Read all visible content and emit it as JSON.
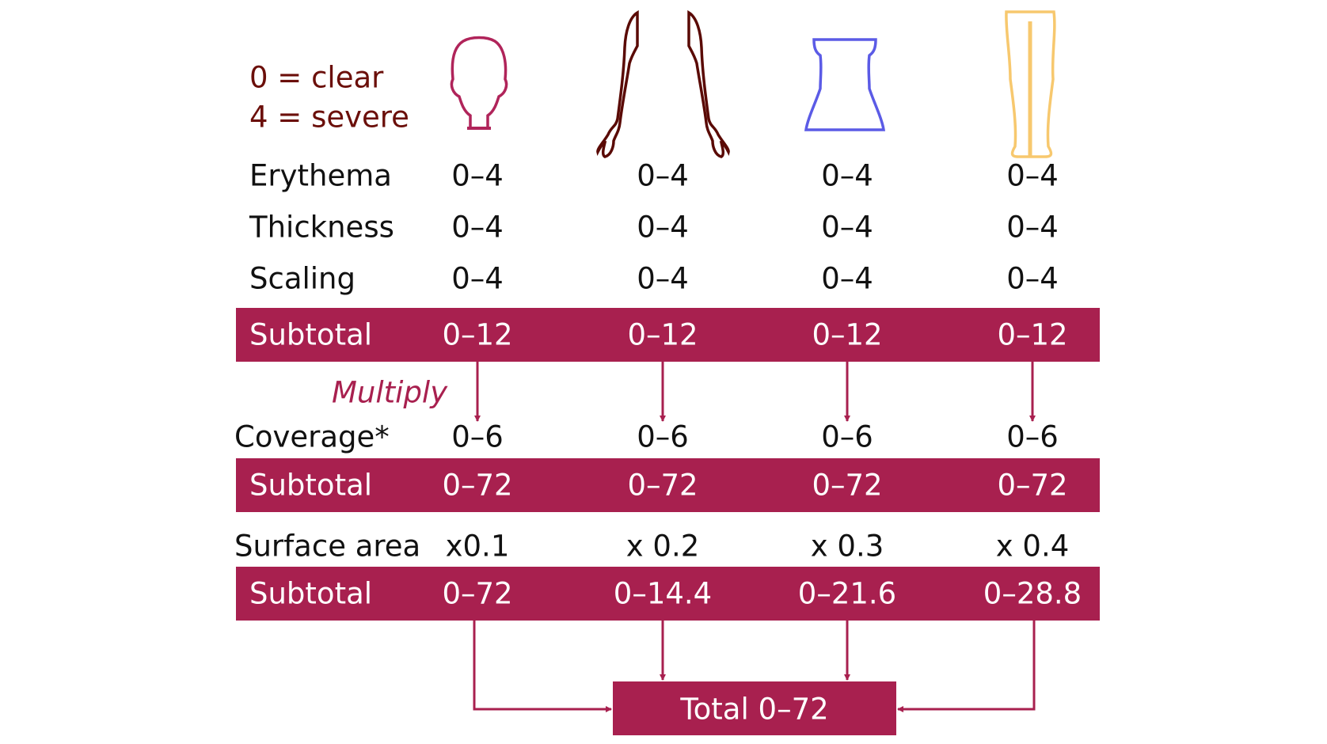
{
  "legend": {
    "clear": "0 = clear",
    "severe": "4 = severe"
  },
  "colors": {
    "accent": "#A8204F",
    "head": "#B0245A",
    "arms": "#5A0A05",
    "trunk": "#5B5BE6",
    "legs": "#F7C86E",
    "legend_text": "#6B0F0A"
  },
  "regions": [
    {
      "icon": "head-icon"
    },
    {
      "icon": "arms-icon"
    },
    {
      "icon": "trunk-icon"
    },
    {
      "icon": "legs-icon"
    }
  ],
  "rows": [
    {
      "label": "Erythema",
      "values": [
        "0–4",
        "0–4",
        "0–4",
        "0–4"
      ]
    },
    {
      "label": "Thickness",
      "values": [
        "0–4",
        "0–4",
        "0–4",
        "0–4"
      ]
    },
    {
      "label": "Scaling",
      "values": [
        "0–4",
        "0–4",
        "0–4",
        "0–4"
      ]
    }
  ],
  "subtotal1": {
    "label": "Subtotal",
    "values": [
      "0–12",
      "0–12",
      "0–12",
      "0–12"
    ]
  },
  "multiply_label": "Multiply",
  "coverage": {
    "label": "Coverage*",
    "values": [
      "0–6",
      "0–6",
      "0–6",
      "0–6"
    ]
  },
  "subtotal2": {
    "label": "Subtotal",
    "values": [
      "0–72",
      "0–72",
      "0–72",
      "0–72"
    ]
  },
  "surface_area": {
    "label": "Surface area",
    "values": [
      "x0.1",
      "x 0.2",
      "x 0.3",
      "x 0.4"
    ]
  },
  "subtotal3": {
    "label": "Subtotal",
    "values": [
      "0–72",
      "0–14.4",
      "0–21.6",
      "0–28.8"
    ]
  },
  "total": "Total 0–72"
}
